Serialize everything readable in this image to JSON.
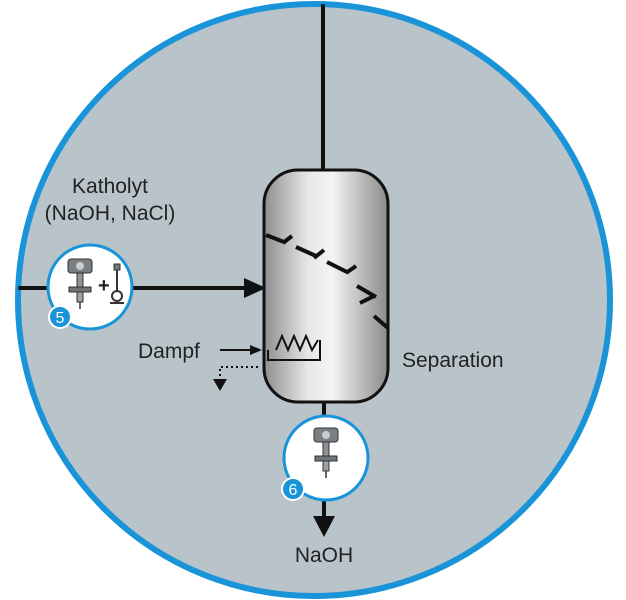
{
  "labels": {
    "feed_line1": "Katholyt",
    "feed_line2": "(NaOH, NaCl)",
    "steam": "Dampf",
    "separation": "Separation",
    "product": "NaOH"
  },
  "instruments": [
    {
      "number": "5"
    },
    {
      "number": "6"
    }
  ],
  "colors": {
    "background_circle": "#b9c3ca",
    "circle_border": "#1a94d9",
    "badge": "#1a94d9",
    "lines": "#111111"
  }
}
